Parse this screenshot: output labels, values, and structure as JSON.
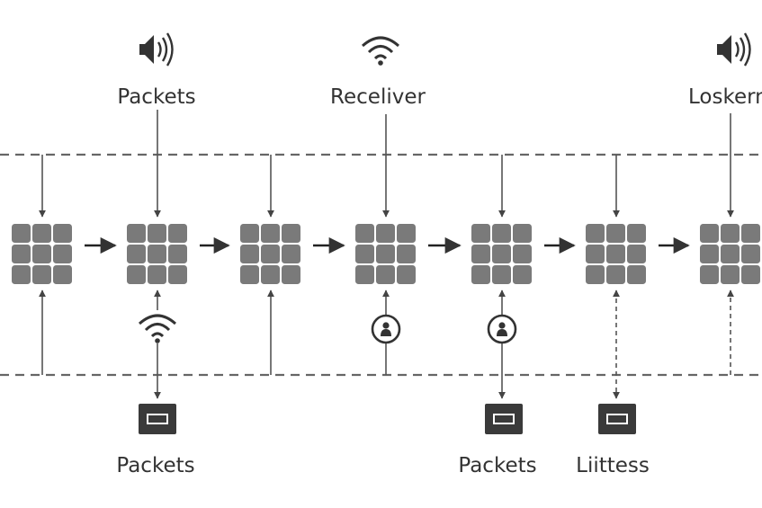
{
  "diagram": {
    "top_labels": [
      {
        "text": "Packets",
        "icon": "speaker-icon"
      },
      {
        "text": "Receliver",
        "icon": "wifi-icon"
      },
      {
        "text": "Loskern",
        "icon": "speaker-icon"
      }
    ],
    "bottom_labels": [
      {
        "text": "Packets",
        "icon": "monitor-icon"
      },
      {
        "text": "Packets",
        "icon": "monitor-icon"
      },
      {
        "text": "Liittess",
        "icon": "monitor-icon"
      }
    ],
    "node_count": 7,
    "connector_icons": [
      "wifi-icon",
      "user-icon",
      "user-icon"
    ],
    "colors": {
      "node": "#7a7a7a",
      "line": "#555555",
      "dashed_bus": "#666666",
      "monitor": "#3a3a3a",
      "text": "#333333"
    }
  }
}
